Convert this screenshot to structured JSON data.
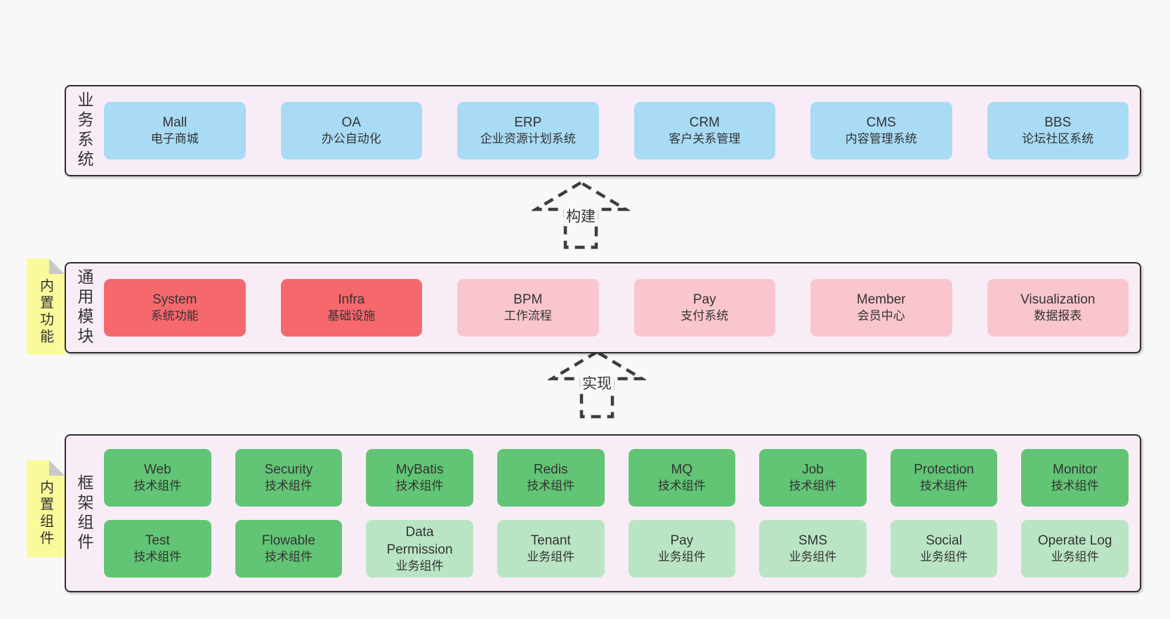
{
  "palette": {
    "page-bg": "#f8f8f8",
    "band-bg": "#f8edf6",
    "band-border": "#2f2f2f",
    "box-blue": "#a9dbf5",
    "box-red": "#f5696d",
    "box-pink": "#f9c6cd",
    "box-green": "#62c575",
    "box-lgreen": "#bae5c4",
    "sticky-bg": "#fafa9b",
    "sticky-fold": "#c9c9c9",
    "text": "#333333",
    "arrow": "#3d3d3d"
  },
  "bands": [
    {
      "label": "业务系统",
      "boxes": [
        {
          "name": "Mall",
          "desc": "电子商城"
        },
        {
          "name": "OA",
          "desc": "办公自动化"
        },
        {
          "name": "ERP",
          "desc": "企业资源计划系统"
        },
        {
          "name": "CRM",
          "desc": "客户关系管理"
        },
        {
          "name": "CMS",
          "desc": "内容管理系统"
        },
        {
          "name": "BBS",
          "desc": "论坛社区系统"
        }
      ]
    },
    {
      "label": "通用模块",
      "sticky": "内置功能",
      "boxes": [
        {
          "name": "System",
          "desc": "系统功能"
        },
        {
          "name": "Infra",
          "desc": "基础设施"
        },
        {
          "name": "BPM",
          "desc": "工作流程"
        },
        {
          "name": "Pay",
          "desc": "支付系统"
        },
        {
          "name": "Member",
          "desc": "会员中心"
        },
        {
          "name": "Visualization",
          "desc": "数据报表"
        }
      ]
    },
    {
      "label": "框架组件",
      "sticky": "内置组件",
      "rows": [
        [
          {
            "name": "Web",
            "desc": "技术组件"
          },
          {
            "name": "Security",
            "desc": "技术组件"
          },
          {
            "name": "MyBatis",
            "desc": "技术组件"
          },
          {
            "name": "Redis",
            "desc": "技术组件"
          },
          {
            "name": "MQ",
            "desc": "技术组件"
          },
          {
            "name": "Job",
            "desc": "技术组件"
          },
          {
            "name": "Protection",
            "desc": "技术组件"
          },
          {
            "name": "Monitor",
            "desc": "技术组件"
          }
        ],
        [
          {
            "name": "Test",
            "desc": "技术组件"
          },
          {
            "name": "Flowable",
            "desc": "技术组件"
          },
          {
            "name": "Data Permission",
            "desc": "业务组件"
          },
          {
            "name": "Tenant",
            "desc": "业务组件"
          },
          {
            "name": "Pay",
            "desc": "业务组件"
          },
          {
            "name": "SMS",
            "desc": "业务组件"
          },
          {
            "name": "Social",
            "desc": "业务组件"
          },
          {
            "name": "Operate Log",
            "desc": "业务组件"
          }
        ]
      ]
    }
  ],
  "arrows": [
    {
      "label": "构建"
    },
    {
      "label": "实现"
    }
  ]
}
